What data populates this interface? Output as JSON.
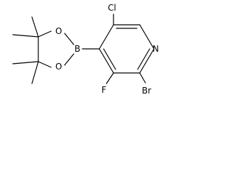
{
  "structure": {
    "atoms": {
      "cl": "Cl",
      "n": "N",
      "br": "Br",
      "f": "F",
      "b": "B",
      "o1": "O",
      "o2": "O"
    }
  }
}
